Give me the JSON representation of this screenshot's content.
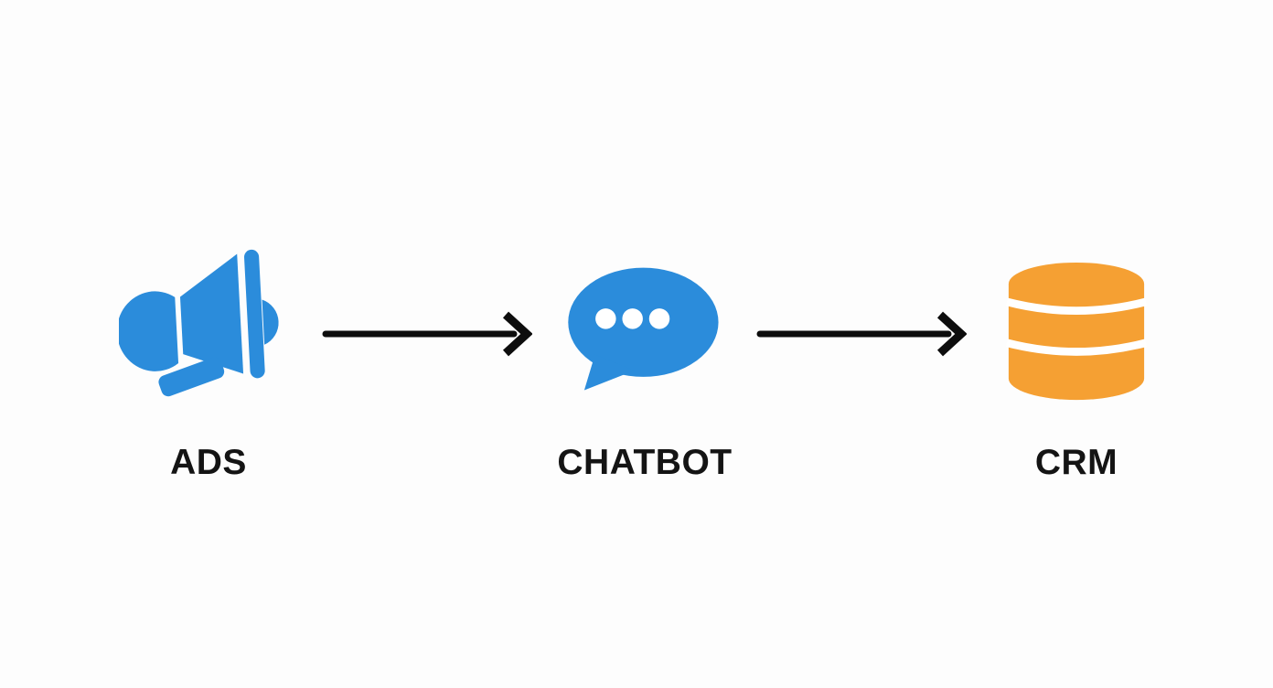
{
  "diagram": {
    "type": "flow",
    "direction": "left-to-right",
    "nodes": [
      {
        "id": "ads",
        "label": "ADS",
        "icon": "megaphone-icon",
        "icon_color": "#2b8cdb"
      },
      {
        "id": "chatbot",
        "label": "CHATBOT",
        "icon": "chat-bubble-icon",
        "icon_color": "#2b8cdb"
      },
      {
        "id": "crm",
        "label": "CRM",
        "icon": "database-icon",
        "icon_color": "#f5a033"
      }
    ],
    "connections": [
      {
        "from": "ADS",
        "to": "CHATBOT",
        "style": "black-arrow-right"
      },
      {
        "from": "CHATBOT",
        "to": "CRM",
        "style": "black-arrow-right"
      }
    ],
    "colors": {
      "blue": "#2b8cdb",
      "orange": "#f5a033",
      "arrow": "#0d0d0d",
      "label": "#141414",
      "background": "#fdfdfd"
    }
  }
}
